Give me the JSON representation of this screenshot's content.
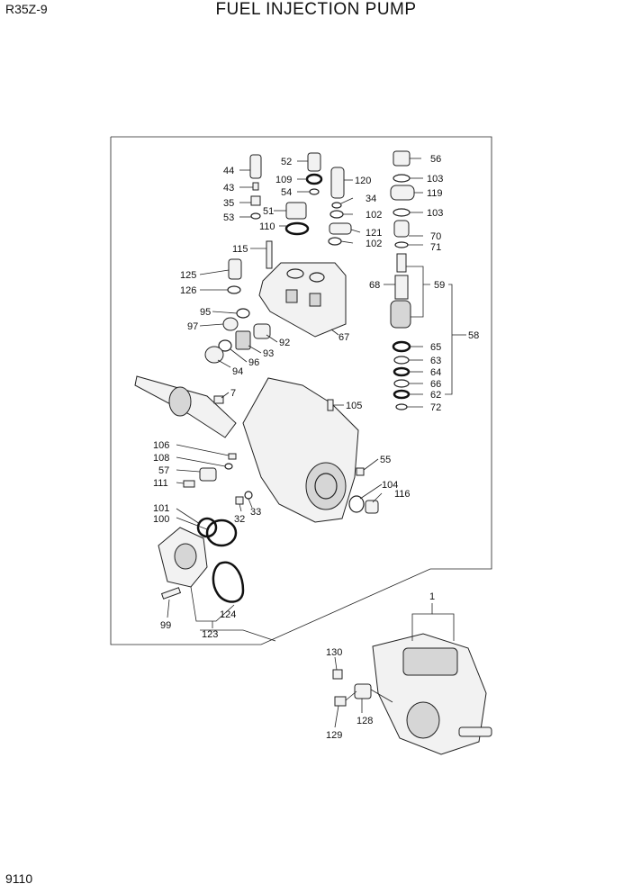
{
  "header": {
    "model": "R35Z-9",
    "title": "FUEL INJECTION PUMP"
  },
  "footer": {
    "page": "9110"
  },
  "callouts": [
    "1",
    "7",
    "32",
    "33",
    "34",
    "35",
    "43",
    "44",
    "51",
    "52",
    "53",
    "54",
    "55",
    "56",
    "57",
    "58",
    "59",
    "62",
    "63",
    "64",
    "65",
    "66",
    "67",
    "68",
    "70",
    "71",
    "72",
    "92",
    "93",
    "94",
    "95",
    "96",
    "97",
    "99",
    "100",
    "101",
    "102",
    "102",
    "103",
    "103",
    "104",
    "105",
    "106",
    "108",
    "109",
    "110",
    "111",
    "115",
    "116",
    "119",
    "120",
    "121",
    "123",
    "124",
    "125",
    "126",
    "128",
    "129",
    "130"
  ]
}
